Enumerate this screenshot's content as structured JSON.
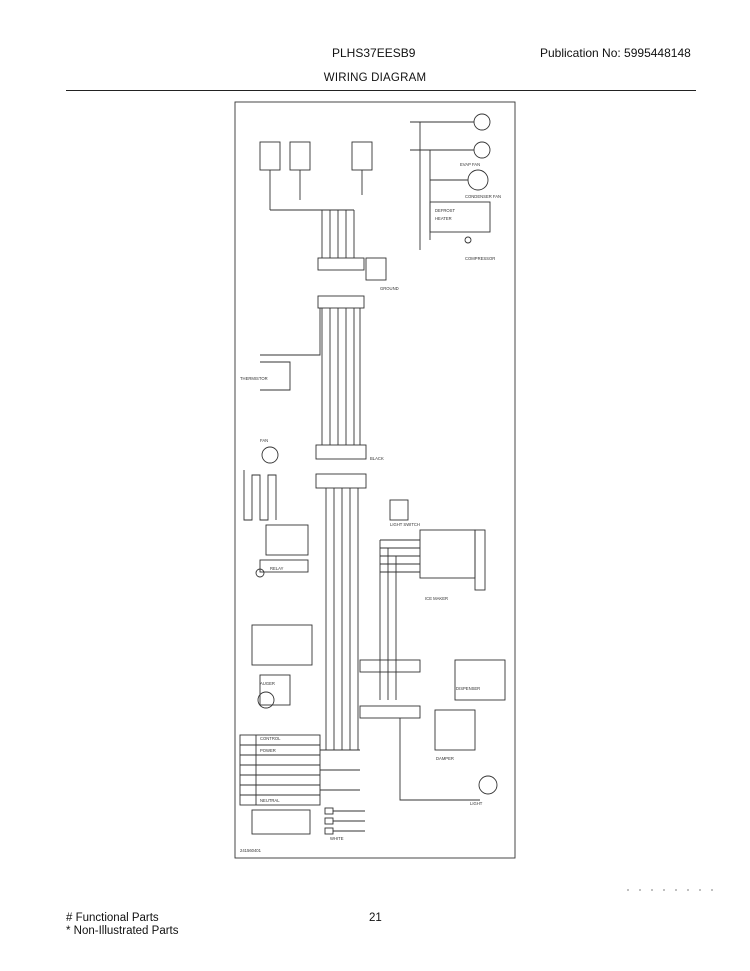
{
  "header": {
    "model": "PLHS37EESB9",
    "publication": "Publication No:  5995448148",
    "title": "WIRING DIAGRAM"
  },
  "footer": {
    "legend_functional": "# Functional Parts",
    "legend_non_illustrated": "* Non-Illustrated Parts",
    "page_number": "21"
  },
  "diagram": {
    "labels": {
      "code": "241560401",
      "black": "BLACK",
      "neutral": "NEUTRAL",
      "power": "POWER",
      "dispenser": "DISPENSER",
      "light": "LIGHT",
      "light_switch": "LIGHT SWITCH",
      "fan": "FAN",
      "damper": "DAMPER",
      "condenser_fan": "CONDENSER FAN",
      "heater": "HEATER",
      "defrost": "DEFROST",
      "evap_fan": "EVAP FAN",
      "compressor": "COMPRESSOR",
      "ice_maker": "ICE MAKER",
      "ground": "GROUND",
      "thermistor": "THERMISTOR",
      "control": "CONTROL",
      "relay": "RELAY",
      "auger": "AUGER",
      "white": "WHITE"
    }
  }
}
